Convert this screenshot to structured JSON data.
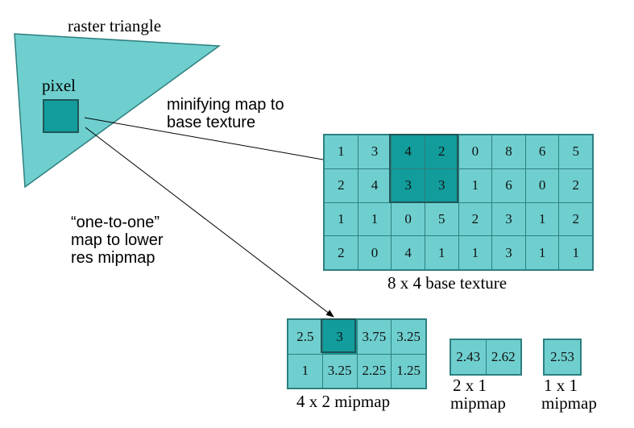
{
  "labels": {
    "raster_triangle": "raster triangle",
    "pixel": "pixel",
    "minifying_line1": "minifying map to",
    "minifying_line2": "base texture",
    "onetoone_line1": "“one-to-one”",
    "onetoone_line2": "map to lower",
    "onetoone_line3": "res mipmap",
    "base_caption": "8 x 4 base texture",
    "mip4x2_caption": "4 x 2 mipmap",
    "mip2x1_caption_line1": "2 x 1",
    "mip2x1_caption_line2": "mipmap",
    "mip1x1_caption_line1": "1 x 1",
    "mip1x1_caption_line2": "mipmap"
  },
  "base_texture": {
    "rows": [
      [
        "1",
        "3",
        "4",
        "2",
        "0",
        "8",
        "6",
        "5"
      ],
      [
        "2",
        "4",
        "3",
        "3",
        "1",
        "6",
        "0",
        "2"
      ],
      [
        "1",
        "1",
        "0",
        "5",
        "2",
        "3",
        "1",
        "2"
      ],
      [
        "2",
        "0",
        "4",
        "1",
        "1",
        "3",
        "1",
        "1"
      ]
    ],
    "highlight": [
      [
        0,
        2
      ],
      [
        0,
        3
      ],
      [
        1,
        2
      ],
      [
        1,
        3
      ]
    ]
  },
  "mip_4x2": {
    "rows": [
      [
        "2.5",
        "3",
        "3.75",
        "3.25"
      ],
      [
        "1",
        "3.25",
        "2.25",
        "1.25"
      ]
    ],
    "highlight": [
      [
        0,
        1
      ]
    ]
  },
  "mip_2x1": {
    "rows": [
      [
        "2.43",
        "2.62"
      ]
    ]
  },
  "mip_1x1": {
    "rows": [
      [
        "2.53"
      ]
    ]
  },
  "colors": {
    "cell_fill": "#6fcfcf",
    "highlight_fill": "#129c9c",
    "triangle_fill": "#6fcfcf",
    "border": "#2e7f7f"
  }
}
